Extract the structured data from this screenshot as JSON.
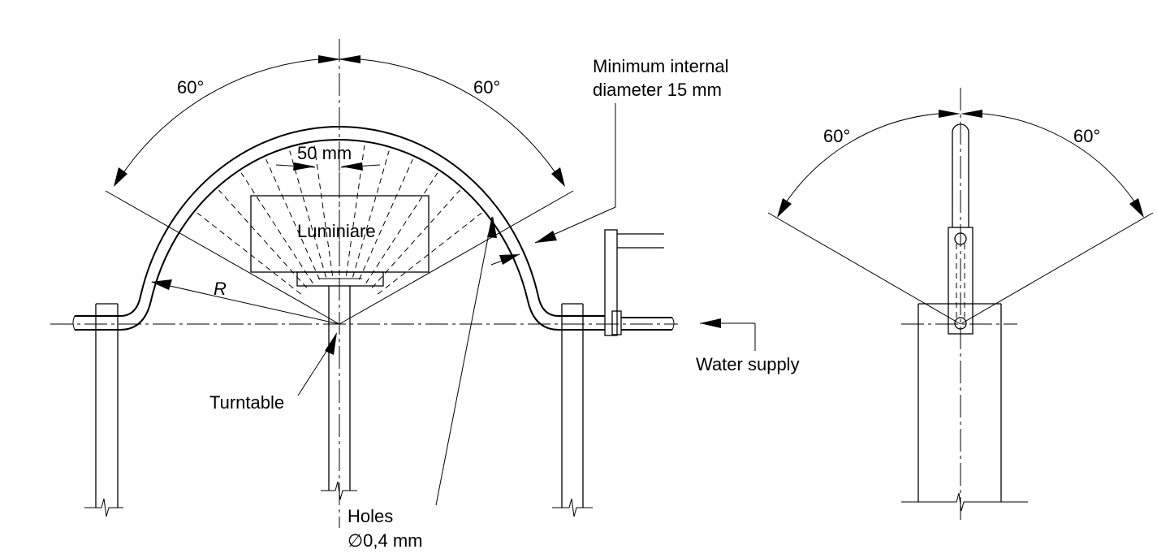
{
  "diagram": {
    "angle_left": "60°",
    "angle_right": "60°",
    "side_angle_left": "60°",
    "side_angle_right": "60°",
    "spacing_label": "50 mm",
    "luminaire_label": "Luminiare",
    "radius_label": "R",
    "internal_diameter_line1": "Minimum internal",
    "internal_diameter_line2": "diameter 15 mm",
    "water_supply_label": "Water supply",
    "turntable_label": "Turntable",
    "holes_line1": "Holes",
    "holes_line2": "∅0,4 mm"
  }
}
